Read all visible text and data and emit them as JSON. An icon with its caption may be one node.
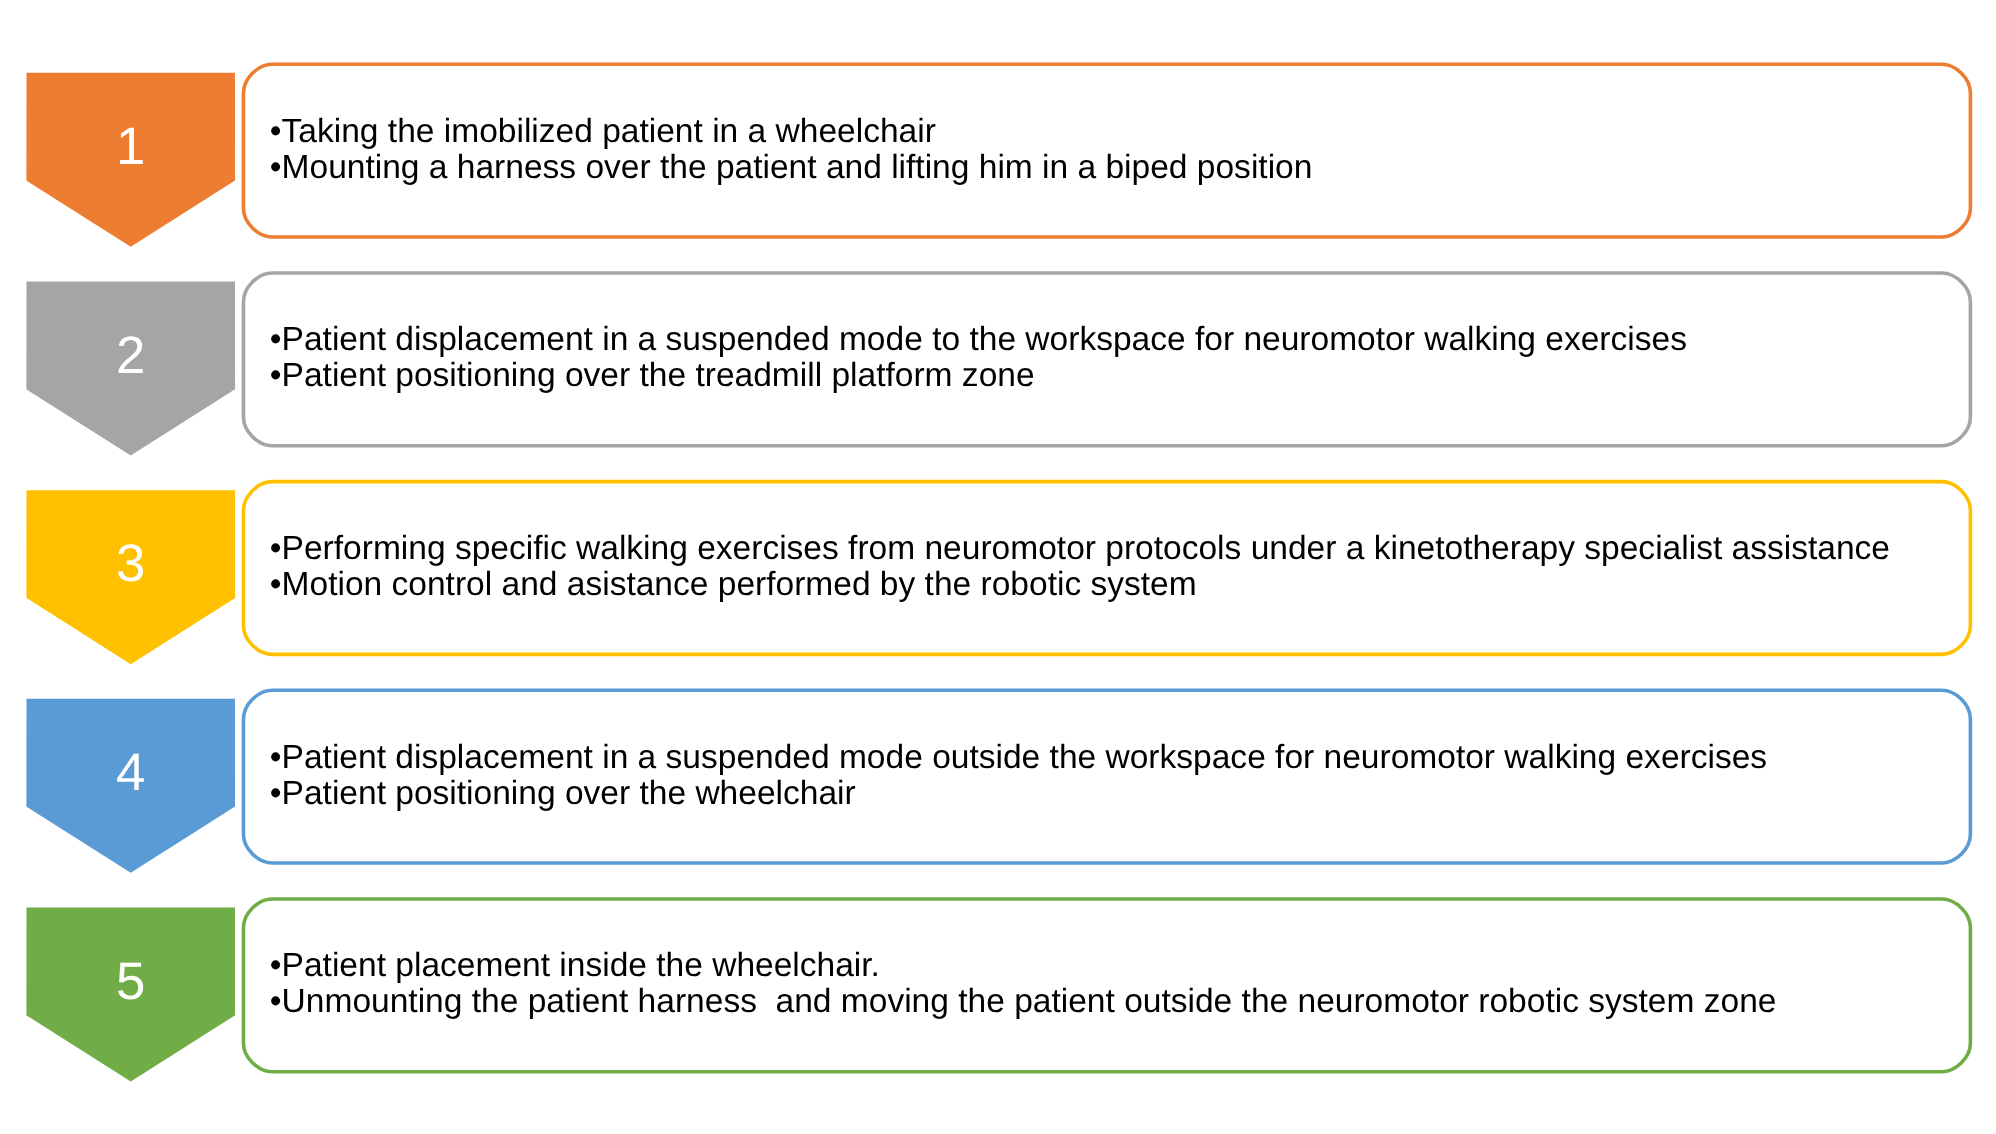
{
  "diagram": {
    "nodes": [
      {
        "text": [
          "1"
        ]
      },
      {
        "text": [
          "•Taking the imobilized patient in a wheelchair",
          "•Mounting a harness over the patient and lifting him in a biped position"
        ]
      },
      {
        "text": [
          "2"
        ]
      },
      {
        "text": [
          "•Patient displacement in a suspended mode to the workspace for neuromotor walking exercises",
          "•Patient positioning over the treadmill platform zone"
        ]
      },
      {
        "text": [
          "3"
        ]
      },
      {
        "text": [
          "•Performing specific walking exercises from neuromotor protocols under a kinetotherapy specialist assistance",
          "•Motion control and asistance performed by the robotic system"
        ]
      },
      {
        "text": [
          "4"
        ]
      },
      {
        "text": [
          "•Patient displacement in a suspended mode outside the workspace for neuromotor walking exercises",
          "•Patient positioning over the wheelchair"
        ]
      },
      {
        "text": [
          "5"
        ]
      },
      {
        "text": [
          "•Patient placement inside the wheelchair.",
          "•Unmounting the patient harness  and moving the patient outside the neuromotor robotic system zone"
        ]
      }
    ]
  }
}
